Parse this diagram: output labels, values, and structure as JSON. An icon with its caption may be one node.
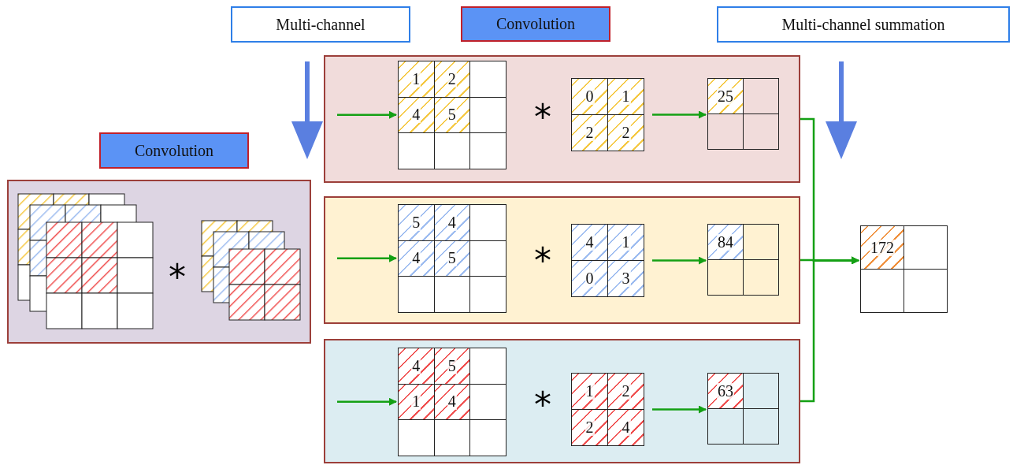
{
  "diagram": {
    "nodes": [
      {
        "text": [
          "Multi-channel"
        ]
      },
      {
        "text": [
          "Convolution"
        ]
      },
      {
        "text": [
          "Multi-channel summation"
        ]
      },
      {
        "text": [],
        "shape": "box"
      },
      {
        "text": [
          "1",
          "2",
          "4",
          "5"
        ],
        "in": 3
      },
      {
        "text": [
          "0",
          "1",
          "2",
          "2"
        ],
        "in": 3
      },
      {
        "text": [
          "25"
        ],
        "in": 3
      },
      {
        "text": [
          "Convolution"
        ]
      },
      {
        "text": [],
        "shape": "box"
      },
      {
        "text": [],
        "shape": "box"
      },
      {
        "text": [
          "5",
          "4",
          "4",
          "5"
        ],
        "in": 9
      },
      {
        "text": [
          "4",
          "1",
          "0",
          "3"
        ],
        "in": 9
      },
      {
        "text": [
          "84"
        ],
        "in": 9
      },
      {
        "text": [
          "172"
        ]
      },
      {
        "text": [],
        "shape": "box"
      },
      {
        "text": [
          "4",
          "5",
          "1",
          "4"
        ],
        "in": 14
      },
      {
        "text": [
          "1",
          "2",
          "2",
          "4"
        ],
        "in": 14
      },
      {
        "text": [
          "63"
        ],
        "in": 14
      }
    ],
    "edges": [
      {
        "from": null,
        "to": 4,
        "arrow": "to"
      },
      {
        "from": 5,
        "to": 6,
        "arrow": "to"
      },
      {
        "from": null,
        "to": 10,
        "arrow": "to"
      },
      {
        "from": 11,
        "to": 12,
        "arrow": "to"
      },
      {
        "from": null,
        "to": 15,
        "arrow": "to"
      },
      {
        "from": 16,
        "to": 17,
        "arrow": "to"
      },
      {
        "from": 3,
        "to": 13,
        "arrow": "to"
      },
      {
        "from": 9,
        "to": 13,
        "arrow": "to"
      },
      {
        "from": 14,
        "to": 13,
        "arrow": "to"
      }
    ],
    "labels": [
      "*",
      "*",
      "*",
      "*"
    ]
  }
}
